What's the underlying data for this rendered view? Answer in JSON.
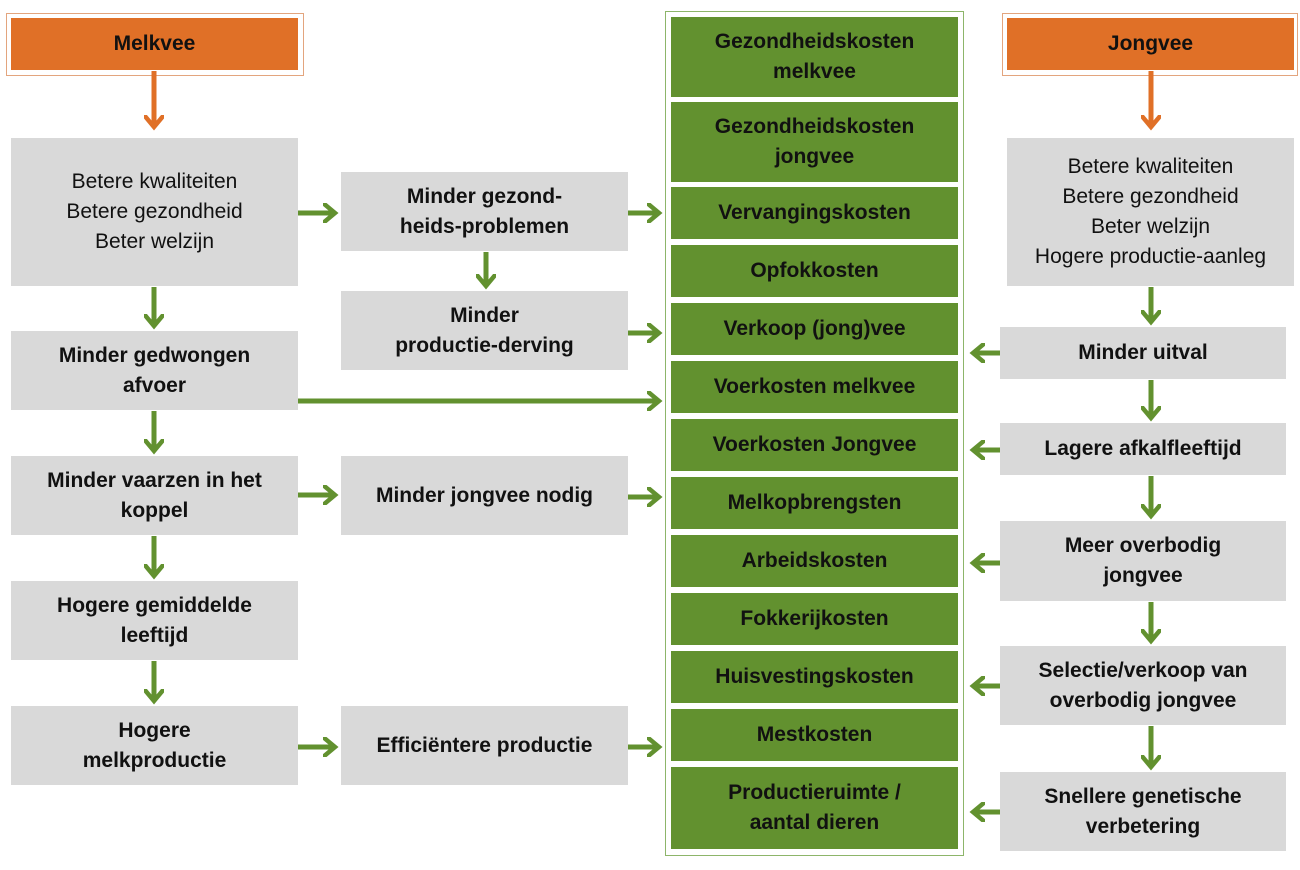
{
  "headers": {
    "melkvee": "Melkvee",
    "jongvee": "Jongvee"
  },
  "left_column": [
    "Betere kwaliteiten\nBetere gezondheid\nBeter welzijn",
    "Minder gedwongen\nafvoer",
    "Minder vaarzen in het\nkoppel",
    "Hogere gemiddelde\nleeftijd",
    "Hogere\nmelkproductie"
  ],
  "middle_left_column": [
    "Minder gezond-\nheids-problemen",
    "Minder\nproductie-derving",
    "Minder jongvee nodig",
    "Efficiëntere productie"
  ],
  "cost_items": [
    "Gezondheidskosten\nmelkvee",
    "Gezondheidskosten\njongvee",
    "Vervangingskosten",
    "Opfokkosten",
    "Verkoop (jong)vee",
    "Voerkosten melkvee",
    "Voerkosten Jongvee",
    "Melkopbrengsten",
    "Arbeidskosten",
    "Fokkerijkosten",
    "Huisvestingskosten",
    "Mestkosten",
    "Productieruimte /\naantal dieren"
  ],
  "right_column": [
    "Betere kwaliteiten\nBetere gezondheid\nBeter welzijn\nHogere productie-aanleg",
    "Minder uitval",
    "Lagere afkalfleeftijd",
    "Meer overbodig\njongvee",
    "Selectie/verkoop van\noverbodig jongvee",
    "Snellere genetische\nverbetering"
  ],
  "colors": {
    "header_orange": "#e07027",
    "header_outline": "#e3a57e",
    "cost_green": "#62912f",
    "arrow_green": "#62912f",
    "arrow_orange": "#e07027",
    "box_gray": "#d9d9d9"
  }
}
